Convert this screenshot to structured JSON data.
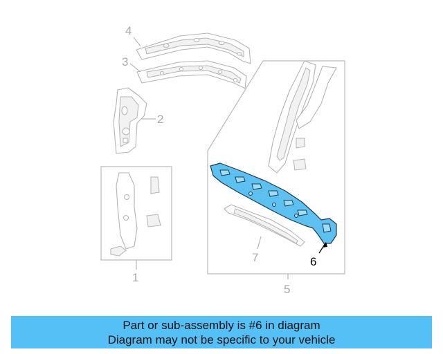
{
  "callouts": {
    "c1": "1",
    "c2": "2",
    "c3": "3",
    "c4": "4",
    "c5": "5",
    "c6": "6",
    "c7": "7"
  },
  "highlighted_part": "6",
  "colors": {
    "highlight": "#5cc0f0",
    "banner": "#55c0f5",
    "line_art": "#b3b3b3"
  },
  "banner": {
    "line1": "Part or sub-assembly is #6 in diagram",
    "line2": "Diagram may not be specific to your vehicle"
  }
}
